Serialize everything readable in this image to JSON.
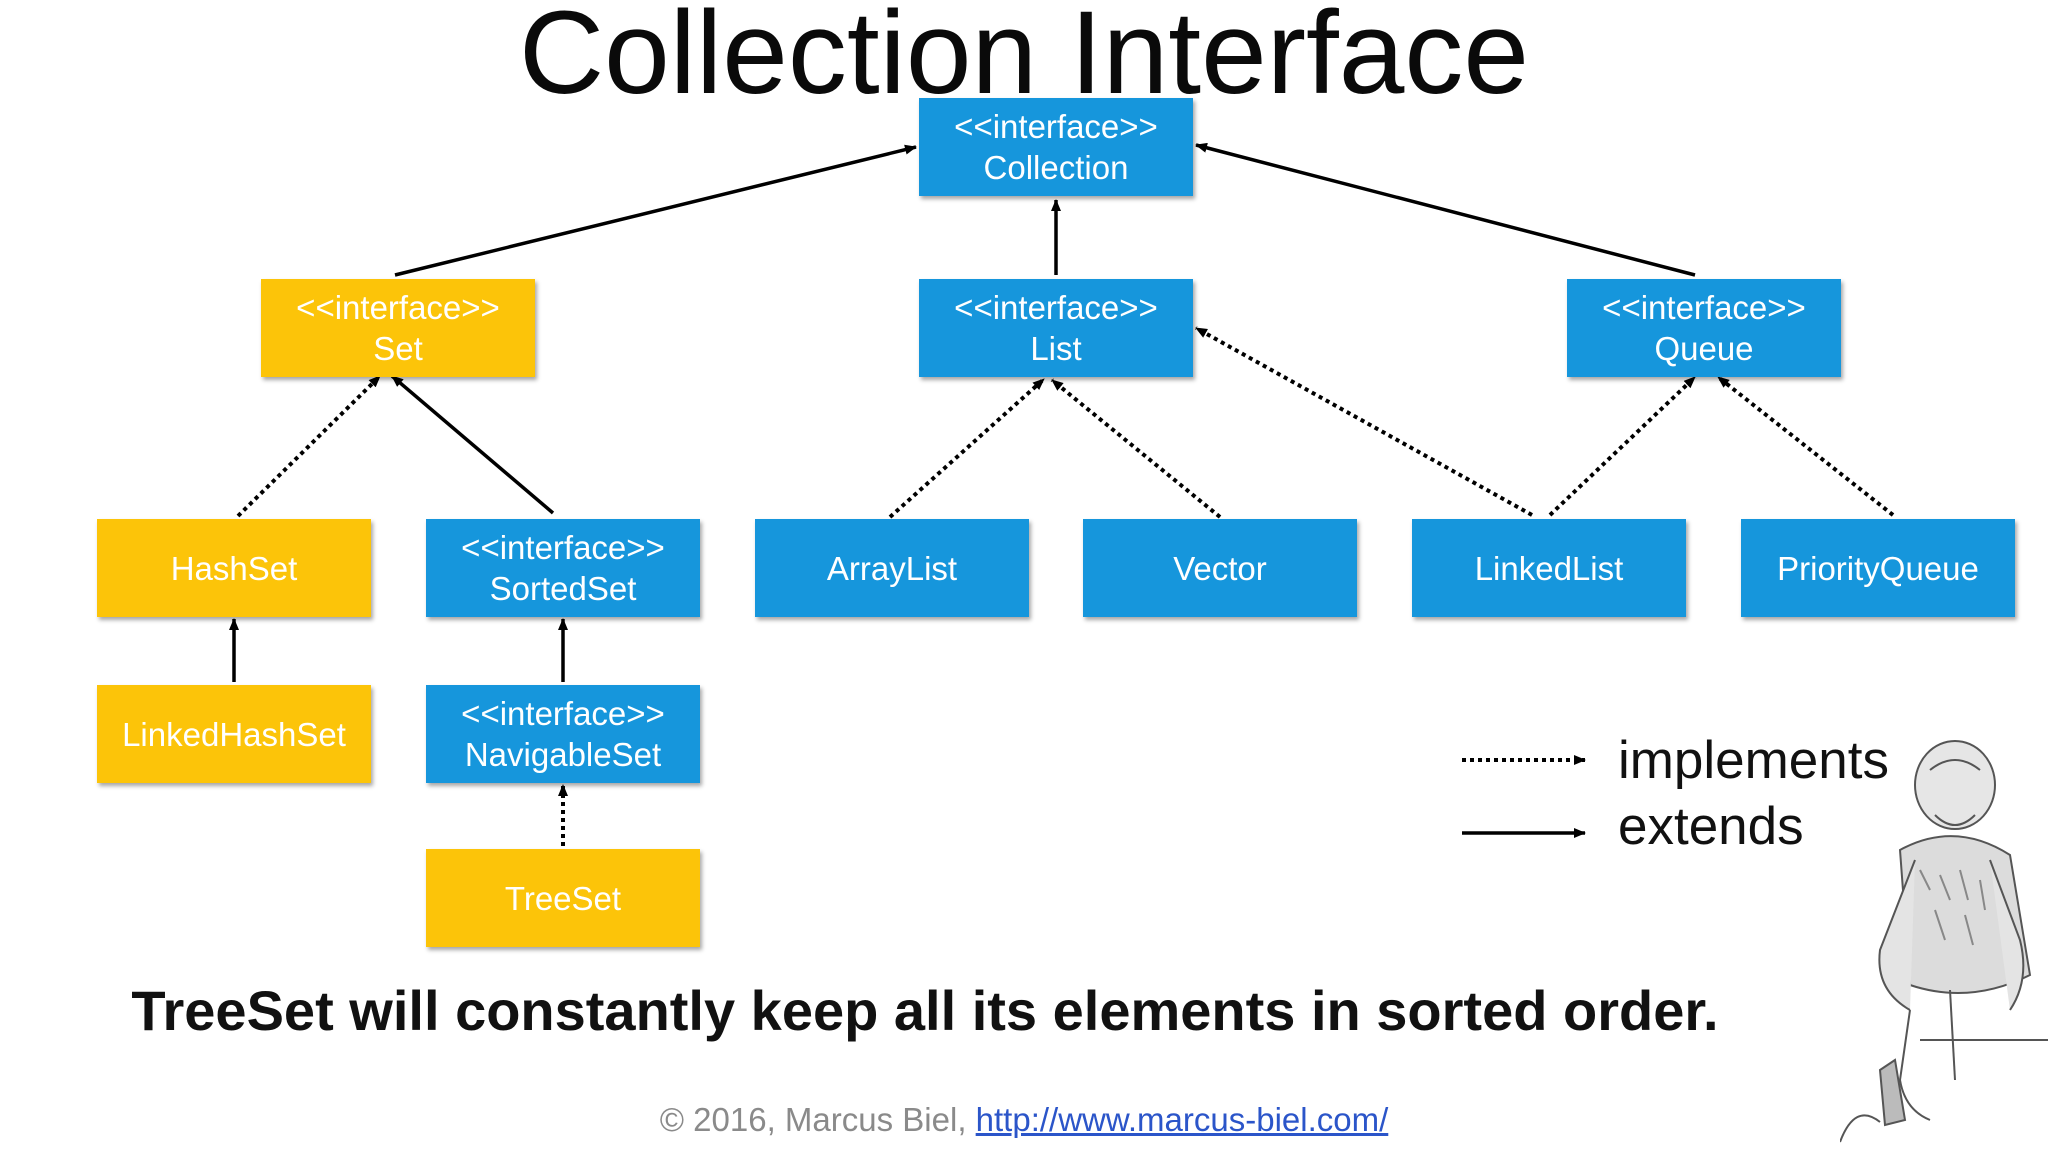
{
  "title": "Collection Interface",
  "nodes": {
    "collection": {
      "stereotype": "<<interface>>",
      "name": "Collection",
      "color": "#1696dc"
    },
    "set": {
      "stereotype": "<<interface>>",
      "name": "Set",
      "color": "#fcc409"
    },
    "list": {
      "stereotype": "<<interface>>",
      "name": "List",
      "color": "#1696dc"
    },
    "queue": {
      "stereotype": "<<interface>>",
      "name": "Queue",
      "color": "#1696dc"
    },
    "hashset": {
      "name": "HashSet",
      "color": "#fcc409"
    },
    "sortedset": {
      "stereotype": "<<interface>>",
      "name": "SortedSet",
      "color": "#1696dc"
    },
    "arraylist": {
      "name": "ArrayList",
      "color": "#1696dc"
    },
    "vector": {
      "name": "Vector",
      "color": "#1696dc"
    },
    "linkedlist": {
      "name": "LinkedList",
      "color": "#1696dc"
    },
    "priorityqueue": {
      "name": "PriorityQueue",
      "color": "#1696dc"
    },
    "linkedhashset": {
      "name": "LinkedHashSet",
      "color": "#fcc409"
    },
    "navigableset": {
      "stereotype": "<<interface>>",
      "name": "NavigableSet",
      "color": "#1696dc"
    },
    "treeset": {
      "name": "TreeSet",
      "color": "#fcc409"
    }
  },
  "legend": {
    "implements": "implements",
    "extends": "extends"
  },
  "caption": "TreeSet will constantly keep all its elements in sorted order.",
  "footer": {
    "copyright": "© 2016, Marcus Biel,",
    "url": "http://www.marcus-biel.com/"
  }
}
